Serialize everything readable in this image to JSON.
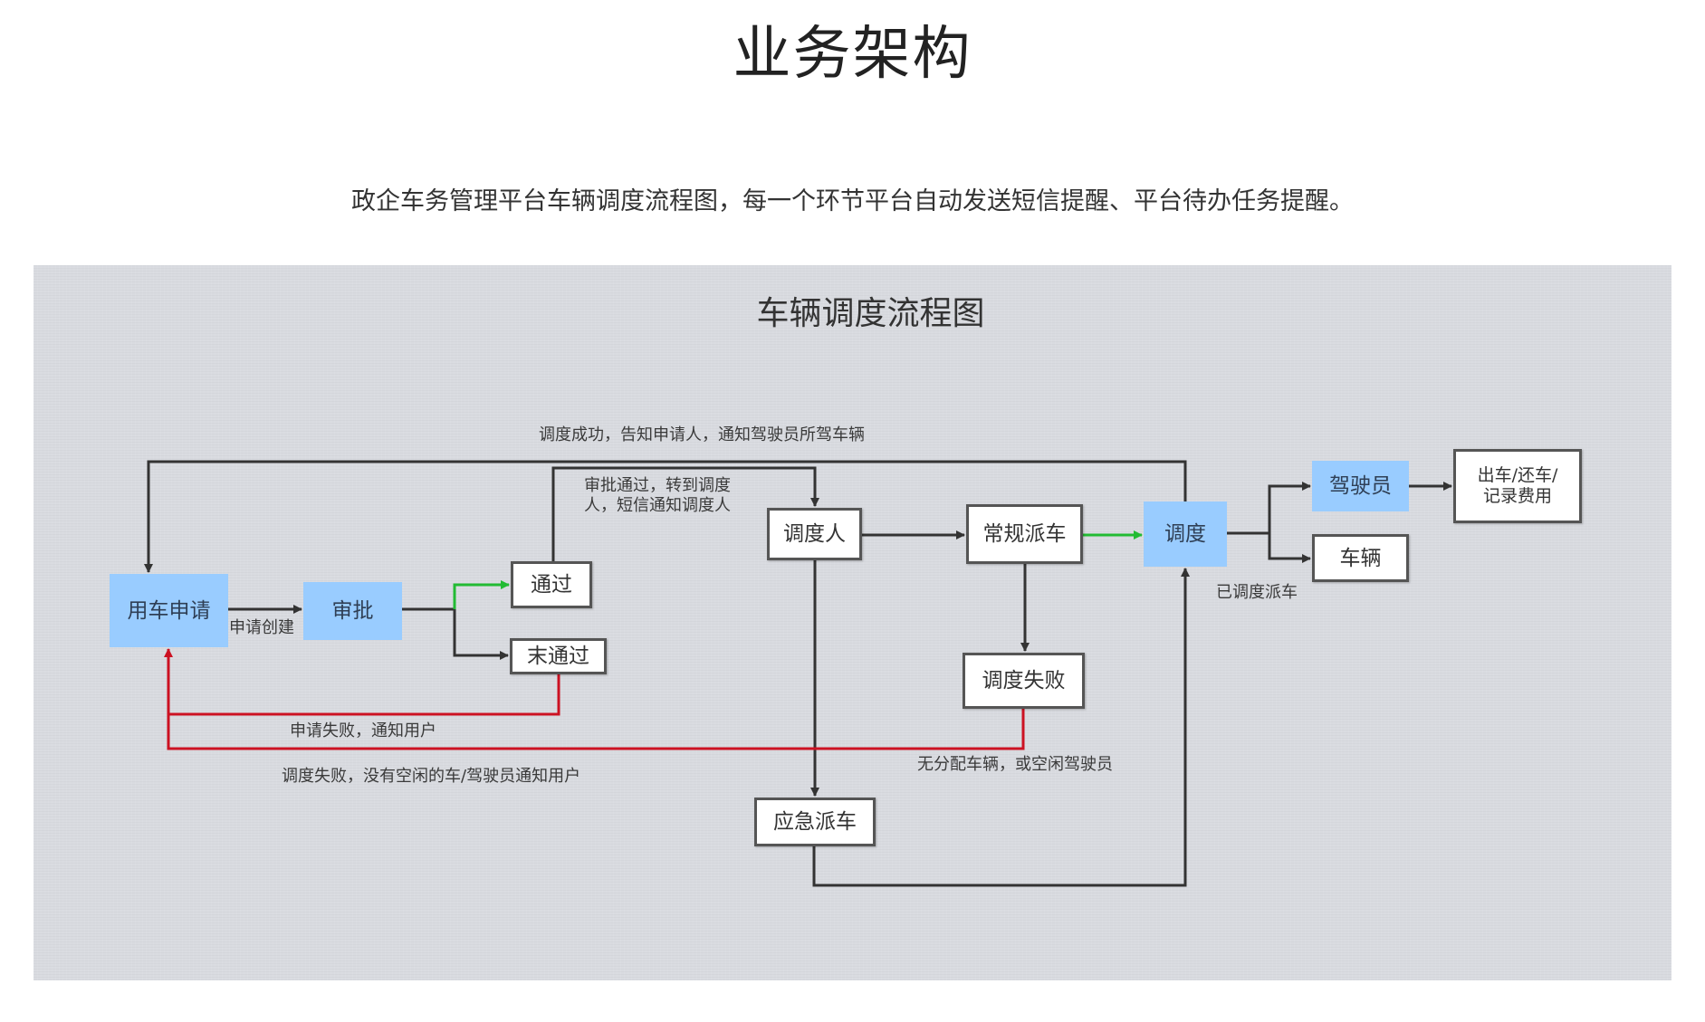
{
  "page": {
    "title": "业务架构",
    "subtitle": "政企车务管理平台车辆调度流程图，每一个环节平台自动发送短信提醒、平台待办任务提醒。"
  },
  "diagram": {
    "title": "车辆调度流程图",
    "colors": {
      "blue_node": "#99ccff",
      "normal_flow": "#333333",
      "success_flow": "#22bb33",
      "failure_flow": "#cc1122",
      "background": "#d9dbe0"
    },
    "nodes": {
      "apply": "用车申请",
      "approve": "审批",
      "passed": "通过",
      "rejected": "末通过",
      "dispatcher": "调度人",
      "regular_dispatch": "常规派车",
      "dispatch_failed": "调度失败",
      "emergency_dispatch": "应急派车",
      "dispatch": "调度",
      "driver": "驾驶员",
      "vehicle": "车辆",
      "checkout": "出车/还车/记录费用"
    },
    "labels": {
      "apply_created": "申请创建",
      "dispatch_success": "调度成功，告知申请人，通知驾驶员所驾车辆",
      "approved_forward": "审批通过，转到调度人，短信通知调度人",
      "apply_failed": "申请失败，通知用户",
      "dispatch_failed_notify": "调度失败，没有空闲的车/驾驶员通知用户",
      "no_resources": "无分配车辆，或空闲驾驶员",
      "dispatched": "已调度派车"
    }
  }
}
